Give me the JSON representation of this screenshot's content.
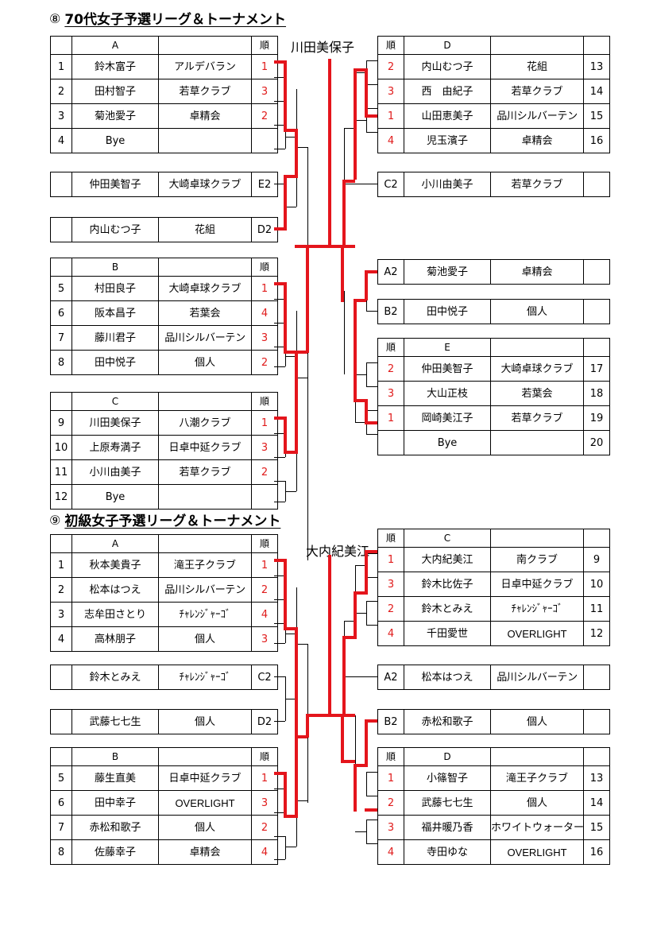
{
  "sections": [
    {
      "id": "sec14",
      "number": "⑧",
      "title": "70代女子予選リーグ＆トーナメント",
      "champion": "川田美保子",
      "groups": [
        {
          "key": "A",
          "side": "left",
          "header": {
            "left": "",
            "letter": "A",
            "rank": "順",
            "idx": ""
          },
          "rows": [
            {
              "no": "1",
              "name": "鈴木富子",
              "club": "アルデバラン",
              "rank": "1",
              "idx": ""
            },
            {
              "no": "2",
              "name": "田村智子",
              "club": "若草クラブ",
              "rank": "3",
              "idx": ""
            },
            {
              "no": "3",
              "name": "菊池愛子",
              "club": "卓精会",
              "rank": "2",
              "idx": ""
            },
            {
              "no": "4",
              "name": "Bye",
              "club": "",
              "rank": "",
              "idx": ""
            }
          ]
        },
        {
          "key": "E2",
          "side": "left",
          "single": true,
          "rows": [
            {
              "no": "",
              "name": "仲田美智子",
              "club": "大崎卓球クラブ",
              "rank": "E2",
              "idx": ""
            }
          ]
        },
        {
          "key": "D2",
          "side": "left",
          "single": true,
          "rows": [
            {
              "no": "",
              "name": "内山むつ子",
              "club": "花組",
              "rank": "D2",
              "idx": ""
            }
          ]
        },
        {
          "key": "B",
          "side": "left",
          "header": {
            "left": "",
            "letter": "B",
            "rank": "順",
            "idx": ""
          },
          "rows": [
            {
              "no": "5",
              "name": "村田良子",
              "club": "大崎卓球クラブ",
              "rank": "1",
              "idx": ""
            },
            {
              "no": "6",
              "name": "阪本昌子",
              "club": "若葉会",
              "rank": "4",
              "idx": ""
            },
            {
              "no": "7",
              "name": "藤川君子",
              "club": "品川シルバーテン",
              "rank": "3",
              "idx": ""
            },
            {
              "no": "8",
              "name": "田中悦子",
              "club": "個人",
              "rank": "2",
              "idx": ""
            }
          ]
        },
        {
          "key": "C",
          "side": "left",
          "header": {
            "left": "",
            "letter": "C",
            "rank": "順",
            "idx": ""
          },
          "rows": [
            {
              "no": "9",
              "name": "川田美保子",
              "club": "八潮クラブ",
              "rank": "1",
              "idx": ""
            },
            {
              "no": "10",
              "name": "上原寿満子",
              "club": "日卓中延クラブ",
              "rank": "3",
              "idx": ""
            },
            {
              "no": "11",
              "name": "小川由美子",
              "club": "若草クラブ",
              "rank": "2",
              "idx": ""
            },
            {
              "no": "12",
              "name": "Bye",
              "club": "",
              "rank": "",
              "idx": ""
            }
          ]
        },
        {
          "key": "D",
          "side": "right",
          "header": {
            "rank": "順",
            "letter": "D",
            "idx": ""
          },
          "rows": [
            {
              "rank": "2",
              "name": "内山むつ子",
              "club": "花組",
              "idx": "13"
            },
            {
              "rank": "3",
              "name": "西　由紀子",
              "club": "若草クラブ",
              "idx": "14"
            },
            {
              "rank": "1",
              "name": "山田恵美子",
              "club": "品川シルバーテン",
              "idx": "15"
            },
            {
              "rank": "4",
              "name": "児玉濱子",
              "club": "卓精会",
              "idx": "16"
            }
          ]
        },
        {
          "key": "C2",
          "side": "right",
          "single": true,
          "rows": [
            {
              "rank": "C2",
              "name": "小川由美子",
              "club": "若草クラブ",
              "idx": ""
            }
          ]
        },
        {
          "key": "A2",
          "side": "right",
          "single": true,
          "rows": [
            {
              "rank": "A2",
              "name": "菊池愛子",
              "club": "卓精会",
              "idx": ""
            }
          ]
        },
        {
          "key": "B2",
          "side": "right",
          "single": true,
          "rows": [
            {
              "rank": "B2",
              "name": "田中悦子",
              "club": "個人",
              "idx": ""
            }
          ]
        },
        {
          "key": "E",
          "side": "right",
          "header": {
            "rank": "順",
            "letter": "E",
            "idx": ""
          },
          "rows": [
            {
              "rank": "2",
              "name": "仲田美智子",
              "club": "大崎卓球クラブ",
              "idx": "17"
            },
            {
              "rank": "3",
              "name": "大山正枝",
              "club": "若葉会",
              "idx": "18"
            },
            {
              "rank": "1",
              "name": "岡崎美江子",
              "club": "若草クラブ",
              "idx": "19"
            },
            {
              "rank": "",
              "name": "Bye",
              "club": "",
              "idx": "20"
            }
          ]
        }
      ]
    },
    {
      "id": "sec15",
      "number": "⑨",
      "title": "初級女子予選リーグ＆トーナメント",
      "champion": "大内紀美江",
      "groups": [
        {
          "key": "A",
          "side": "left",
          "header": {
            "left": "",
            "letter": "A",
            "rank": "順",
            "idx": ""
          },
          "rows": [
            {
              "no": "1",
              "name": "秋本美貴子",
              "club": "滝王子クラブ",
              "rank": "1",
              "idx": ""
            },
            {
              "no": "2",
              "name": "松本はつえ",
              "club": "品川シルバーテン",
              "rank": "2",
              "idx": ""
            },
            {
              "no": "3",
              "name": "志牟田さとり",
              "club": "ﾁｬﾚﾝｼﾞｬｰｺﾞ",
              "rank": "4",
              "idx": ""
            },
            {
              "no": "4",
              "name": "高林朋子",
              "club": "個人",
              "rank": "3",
              "idx": ""
            }
          ]
        },
        {
          "key": "C2",
          "side": "left",
          "single": true,
          "rows": [
            {
              "no": "",
              "name": "鈴木とみえ",
              "club": "ﾁｬﾚﾝｼﾞｬｰｺﾞ",
              "rank": "C2",
              "idx": ""
            }
          ]
        },
        {
          "key": "D2",
          "side": "left",
          "single": true,
          "rows": [
            {
              "no": "",
              "name": "武藤七七生",
              "club": "個人",
              "rank": "D2",
              "idx": ""
            }
          ]
        },
        {
          "key": "B",
          "side": "left",
          "header": {
            "left": "",
            "letter": "B",
            "rank": "順",
            "idx": ""
          },
          "rows": [
            {
              "no": "5",
              "name": "藤生直美",
              "club": "日卓中延クラブ",
              "rank": "1",
              "idx": ""
            },
            {
              "no": "6",
              "name": "田中幸子",
              "club": "OVERLIGHT",
              "rank": "3",
              "idx": ""
            },
            {
              "no": "7",
              "name": "赤松和歌子",
              "club": "個人",
              "rank": "2",
              "idx": ""
            },
            {
              "no": "8",
              "name": "佐藤幸子",
              "club": "卓精会",
              "rank": "4",
              "idx": ""
            }
          ]
        },
        {
          "key": "C",
          "side": "right",
          "header": {
            "rank": "順",
            "letter": "C",
            "idx": ""
          },
          "rows": [
            {
              "rank": "1",
              "name": "大内紀美江",
              "club": "南クラブ",
              "idx": "9"
            },
            {
              "rank": "3",
              "name": "鈴木比佐子",
              "club": "日卓中延クラブ",
              "idx": "10"
            },
            {
              "rank": "2",
              "name": "鈴木とみえ",
              "club": "ﾁｬﾚﾝｼﾞｬｰｺﾞ",
              "idx": "11"
            },
            {
              "rank": "4",
              "name": "千田愛世",
              "club": "OVERLIGHT",
              "idx": "12"
            }
          ]
        },
        {
          "key": "A2",
          "side": "right",
          "single": true,
          "rows": [
            {
              "rank": "A2",
              "name": "松本はつえ",
              "club": "品川シルバーテン",
              "idx": ""
            }
          ]
        },
        {
          "key": "B2",
          "side": "right",
          "single": true,
          "rows": [
            {
              "rank": "B2",
              "name": "赤松和歌子",
              "club": "個人",
              "idx": ""
            }
          ]
        },
        {
          "key": "D",
          "side": "right",
          "header": {
            "rank": "順",
            "letter": "D",
            "idx": ""
          },
          "rows": [
            {
              "rank": "1",
              "name": "小篠智子",
              "club": "滝王子クラブ",
              "idx": "13"
            },
            {
              "rank": "2",
              "name": "武藤七七生",
              "club": "個人",
              "idx": "14"
            },
            {
              "rank": "3",
              "name": "福井暖乃香",
              "club": "ホワイトウォーター",
              "idx": "15"
            },
            {
              "rank": "4",
              "name": "寺田ゆな",
              "club": "OVERLIGHT",
              "idx": "16"
            }
          ]
        }
      ]
    }
  ],
  "colors": {
    "accent_red": "#e4151c",
    "rank_red": "#e01b1b",
    "line_black": "#000000"
  }
}
